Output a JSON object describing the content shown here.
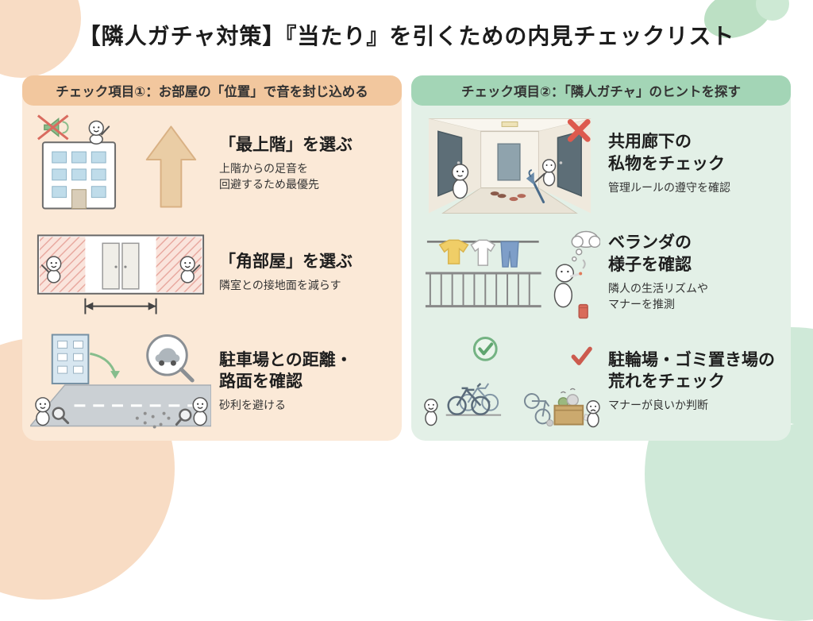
{
  "title": "【隣人ガチャ対策】『当たり』を引くための内見チェックリスト",
  "left_panel": {
    "header": "チェック項目①：お部屋の「位置」で音を封じ込める",
    "items": [
      {
        "heading": "「最上階」を選ぶ",
        "desc": "上階からの足音を\n回避するため最優先"
      },
      {
        "heading": "「角部屋」を選ぶ",
        "desc": "隣室との接地面を減らす"
      },
      {
        "heading": "駐車場との距離・\n路面を確認",
        "desc": "砂利を避ける"
      }
    ]
  },
  "right_panel": {
    "header": "チェック項目②：「隣人ガチャ」のヒントを探す",
    "items": [
      {
        "heading": "共用廊下の\n私物をチェック",
        "desc": "管理ルールの遵守を確認"
      },
      {
        "heading": "ベランダの\n様子を確認",
        "desc": "隣人の生活リズムや\nマナーを推測"
      },
      {
        "heading": "駐輪場・ゴミ置き場の\n荒れをチェック",
        "desc": "マナーが良いか判断"
      }
    ]
  },
  "colors": {
    "left_panel_bg": "#FBE9D7",
    "left_header_bg": "#F2C79E",
    "right_panel_bg": "#E3F0E7",
    "right_header_bg": "#A3D5B6",
    "title_text": "#1c1c1c",
    "red_mark": "#DD5A4E",
    "green_mark": "#74B383",
    "blob_peach": "#F8DCC4",
    "blob_mint": "#CFE9D8"
  }
}
